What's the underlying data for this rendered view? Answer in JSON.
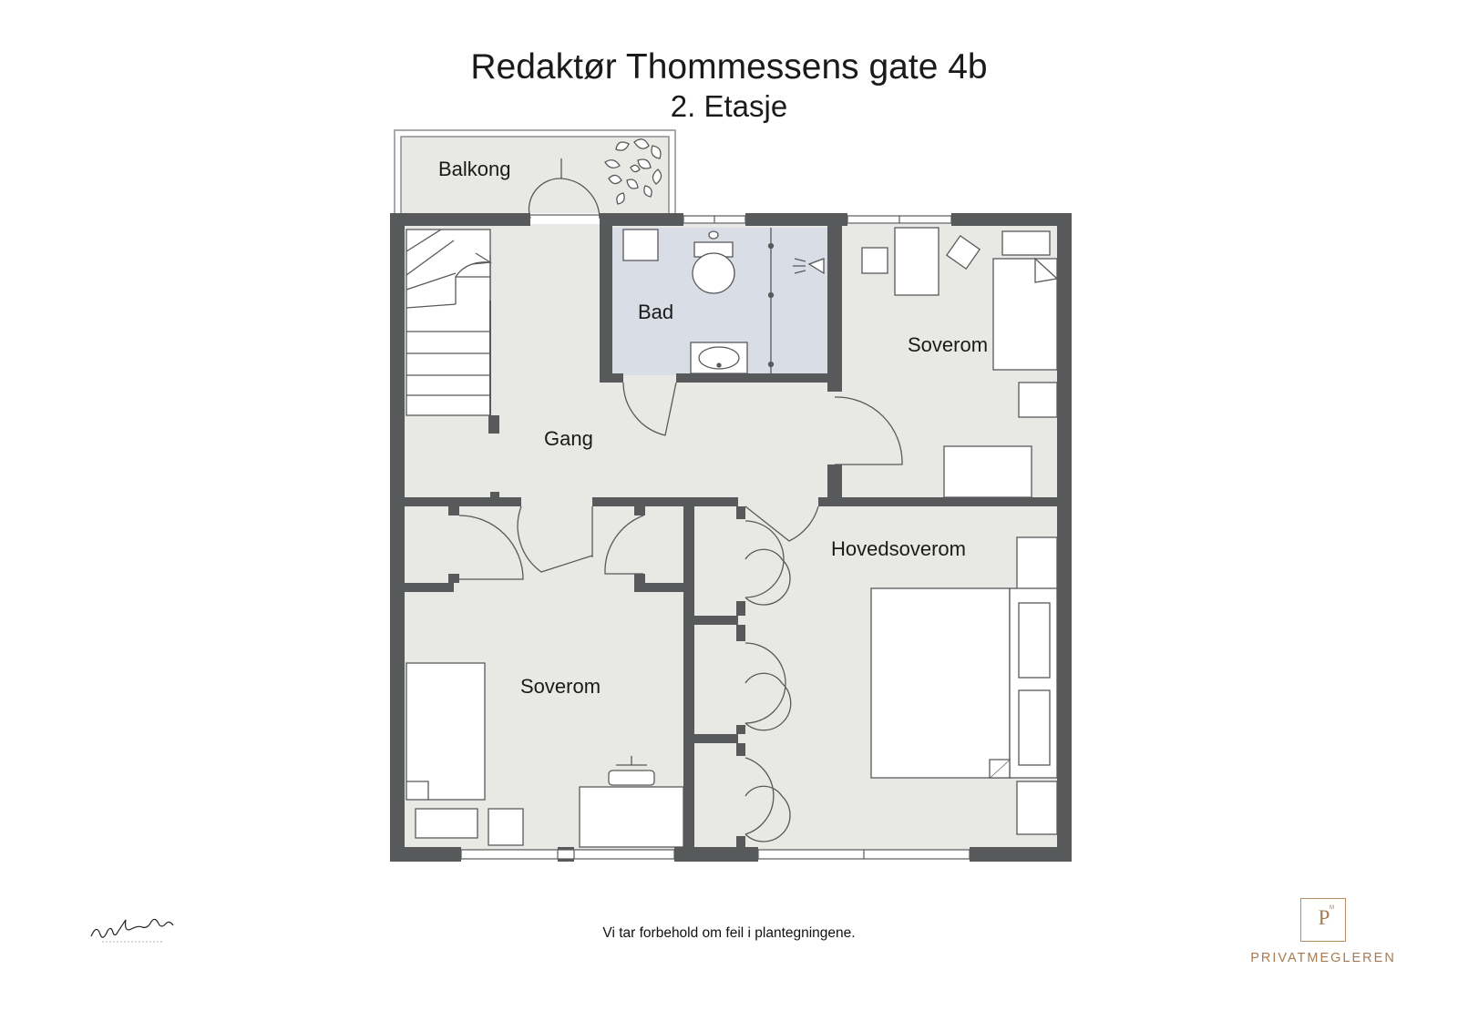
{
  "header": {
    "title": "Redaktør Thommessens gate 4b",
    "subtitle": "2. Etasje"
  },
  "rooms": {
    "balkong": "Balkong",
    "bad": "Bad",
    "soverom_ne": "Soverom",
    "gang": "Gang",
    "hovedsoverom": "Hovedsoverom",
    "soverom_sw": "Soverom"
  },
  "footer": {
    "disclaimer": "Vi tar forbehold om feil i plantegningene.",
    "signature": "Kristian T. Bolleren",
    "brand": "PRIVATMEGLEREN",
    "brand_mark": "P",
    "brand_mark_suffix": "M"
  },
  "colors": {
    "wall": "#58595b",
    "floor": "#e8e9e4",
    "bathroom_floor": "#d9dde6",
    "brand": "#a67a52"
  }
}
